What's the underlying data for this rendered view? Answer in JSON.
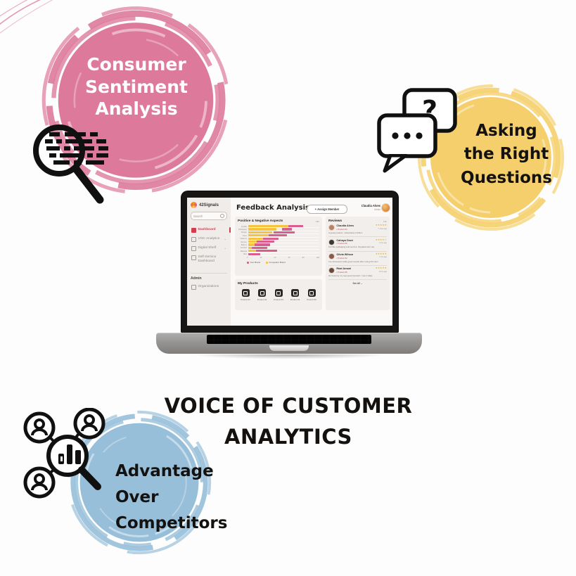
{
  "headline": {
    "line1": "VOICE OF CUSTOMER",
    "line2": "ANALYTICS"
  },
  "blobs": {
    "pink": {
      "lines": [
        "Consumer",
        "Sentiment",
        "Analysis"
      ],
      "color": "#dd7a9c",
      "text_color": "#ffffff"
    },
    "yellow": {
      "lines": [
        "Asking",
        "the Right",
        "Questions"
      ],
      "color": "#f5cf6b",
      "text_color": "#141210"
    },
    "blue": {
      "lines": [
        "Advantage",
        "Over",
        "Competitors"
      ],
      "color": "#97bfd9",
      "text_color": "#141210"
    }
  },
  "icons": {
    "pink_icon": "magnifier-over-text",
    "yellow_icon": "chat-bubbles-question",
    "blue_icon": "people-network-magnifier-chart"
  },
  "dashboard": {
    "brand": "42Signals",
    "search_placeholder": "Search",
    "nav": [
      {
        "label": "Dashboard",
        "active": true,
        "expandable": false
      },
      {
        "label": "VOC Analytics",
        "active": false,
        "expandable": true
      },
      {
        "label": "Digital Shelf",
        "active": false,
        "expandable": true
      },
      {
        "label": "Self-Service Dashboard",
        "active": false,
        "expandable": false
      }
    ],
    "admin_title": "Admin",
    "admin_items": [
      {
        "label": "Organizations"
      }
    ],
    "page_title": "Feedback Analysis",
    "assign_button_label": "+ Assign Member",
    "user": {
      "name": "Claudia Alves",
      "role": "Admin"
    },
    "cards": {
      "chart": {
        "title": "Positive & Negative Aspects",
        "menu": "•••"
      },
      "products": {
        "title": "My Products",
        "items": [
          "Product #1",
          "Product #2",
          "Product #3",
          "Product #4",
          "Product #5"
        ]
      },
      "reviews": {
        "title": "Reviews",
        "menu": "•••",
        "see_all": "See All ⌄",
        "items": [
          {
            "name": "Claudia Alves",
            "product": "▪ Product #4",
            "rating": 5,
            "time": "7 mins ago",
            "text": "A great product. I absolutely LOVE it",
            "avatar_color": "#b9835f"
          },
          {
            "name": "Cahaya Dewi",
            "product": "▪ Product #6",
            "rating": 4,
            "time": "2 hrs ago",
            "text": "Terrible packaging and service. Replacement req",
            "avatar_color": "#3c3734"
          },
          {
            "name": "Olivia Wilson",
            "product": "▪ Product #2",
            "rating": 5,
            "time": "7 hrs ago",
            "text": "I've witnessed really good results after using this item",
            "avatar_color": "#8c5a43"
          },
          {
            "name": "Riad Amani",
            "product": "▪ Product #5",
            "rating": 5,
            "time": "8 hrs ago",
            "text": "It's become my new good product. I use it daily.",
            "avatar_color": "#6b4a35"
          }
        ]
      }
    },
    "accent_color": "#cf3f50"
  },
  "chart_data": {
    "type": "bar",
    "orientation": "horizontal",
    "title": "Positive & Negative Aspects",
    "categories": [
      "Quality",
      "Packaging",
      "Design",
      "Price",
      "Delivery",
      "Service",
      "Battery",
      "Comfort",
      "Material",
      "Size"
    ],
    "series": [
      {
        "name": "Competitor Brand",
        "color": "#f6c33e",
        "ranges": [
          [
            0,
            57
          ],
          [
            0,
            40
          ],
          [
            0,
            34
          ],
          [
            0,
            29
          ],
          [
            0,
            21
          ],
          [
            0,
            23
          ],
          [
            0,
            15
          ],
          [
            0,
            26
          ],
          [
            0,
            11
          ],
          [
            0,
            8
          ]
        ]
      },
      {
        "name": "Your Brand",
        "color": "#d85f8d",
        "ranges": [
          [
            57,
            77
          ],
          [
            48,
            62
          ],
          [
            36,
            66
          ],
          [
            29,
            55
          ],
          [
            21,
            43
          ],
          [
            12,
            37
          ],
          [
            9,
            31
          ],
          [
            5,
            27
          ],
          [
            11,
            41
          ],
          [
            0,
            17
          ]
        ]
      }
    ],
    "xticks": [
      "0",
      "20",
      "40",
      "60",
      "80",
      "100"
    ],
    "xlim": [
      0,
      100
    ],
    "legend": [
      {
        "label": "Your Brand",
        "color": "#d85f8d"
      },
      {
        "label": "Competitor Brand",
        "color": "#f6c33e"
      }
    ],
    "legend_position": "bottom",
    "grid": false
  }
}
